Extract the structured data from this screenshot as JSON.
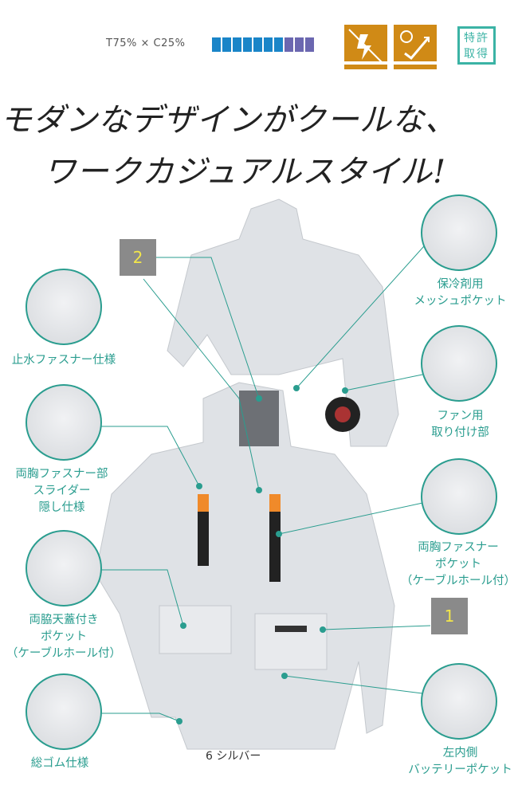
{
  "fabric": {
    "composition": "T75% × C25%",
    "bar_segments": [
      "#1a85c8",
      "#1a85c8",
      "#1a85c8",
      "#1a85c8",
      "#1a85c8",
      "#1a85c8",
      "#1a85c8",
      "#6b67b0",
      "#6b67b0",
      "#6b67b0"
    ]
  },
  "icons": [
    "antistatic-icon",
    "uv-cut-icon"
  ],
  "patent": {
    "line1": "特許",
    "line2": "取得"
  },
  "headline": {
    "line1": "モダンなデザインがクールな、",
    "line2": "ワークカジュアルスタイル!"
  },
  "badges": {
    "two": "2",
    "one": "1"
  },
  "features": {
    "water_zip": "止水ファスナー仕様",
    "chest_zip": [
      "両胸ファスナー部",
      "スライダー",
      "隠し仕様"
    ],
    "side_pocket": [
      "両脇天蓋付き",
      "ポケット",
      "（ケーブルホール付）"
    ],
    "elastic": "総ゴム仕様",
    "mesh_pocket": [
      "保冷剤用",
      "メッシュポケット"
    ],
    "fan": [
      "ファン用",
      "取り付け部"
    ],
    "chest_pocket": [
      "両胸ファスナー",
      "ポケット",
      "（ケーブルホール付）"
    ],
    "battery_pocket": [
      "左内側",
      "バッテリーポケット"
    ]
  },
  "color_name": "6 シルバー",
  "accent": "#2a9d8f"
}
